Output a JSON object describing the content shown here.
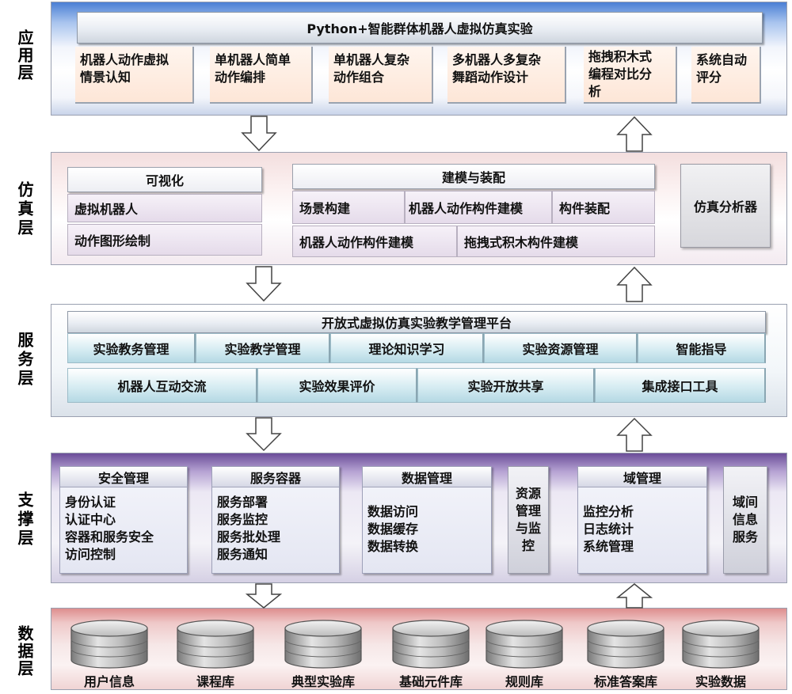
{
  "layers": {
    "app": "应用层",
    "sim": "仿真层",
    "svc": "服务层",
    "sup": "支撑层",
    "data": "数据层"
  },
  "app_layer": {
    "title": "Python+智能群体机器人虚拟仿真实验",
    "items": [
      {
        "line1": "机器人动作虚拟",
        "line2": "情景认知",
        "line3": ""
      },
      {
        "line1": "单机器人简单",
        "line2": "动作编排",
        "line3": ""
      },
      {
        "line1": "单机器人复杂",
        "line2": "动作组合",
        "line3": ""
      },
      {
        "line1": "多机器人多复杂",
        "line2": "舞蹈动作设计",
        "line3": ""
      },
      {
        "line1": "拖拽积木式",
        "line2": "编程对比分",
        "line3": "析"
      },
      {
        "line1": "系统自动",
        "line2": "评分",
        "line3": ""
      }
    ]
  },
  "sim_layer": {
    "visual_title": "可视化",
    "visual_items": [
      "虚拟机器人",
      "动作图形绘制"
    ],
    "model_title": "建模与装配",
    "model_row1": [
      "场景构建",
      "机器人动作构件建模",
      "构件装配"
    ],
    "model_row2": [
      "机器人动作构件建模",
      "拖拽式积木构件建模"
    ],
    "analyzer": "仿真分析器"
  },
  "svc_layer": {
    "title": "开放式虚拟仿真实验教学管理平台",
    "row1": [
      "实验教务管理",
      "实验教学管理",
      "理论知识学习",
      "实验资源管理",
      "智能指导"
    ],
    "row2": [
      "机器人互动交流",
      "实验效果评价",
      "实验开放共享",
      "集成接口工具"
    ]
  },
  "sup_layer": {
    "security": {
      "title": "安全管理",
      "items": [
        "身份认证",
        "认证中心",
        "容器和服务安全",
        "访问控制"
      ]
    },
    "container": {
      "title": "服务容器",
      "items": [
        "服务部署",
        "服务监控",
        "服务批处理",
        "服务通知"
      ]
    },
    "datamgmt": {
      "title": "数据管理",
      "items": [
        "数据访问",
        "数据缓存",
        "数据转换"
      ]
    },
    "resource": [
      "资源",
      "管理",
      "与监",
      "控"
    ],
    "domain": {
      "title": "域管理",
      "items": [
        "监控分析",
        "日志统计",
        "系统管理"
      ]
    },
    "interdomain": [
      "域间",
      "信息",
      "服务"
    ]
  },
  "data_layer": {
    "databases": [
      "用户信息",
      "课程库",
      "典型实验库",
      "基础元件库",
      "规则库",
      "标准答案库",
      "实验数据"
    ]
  }
}
